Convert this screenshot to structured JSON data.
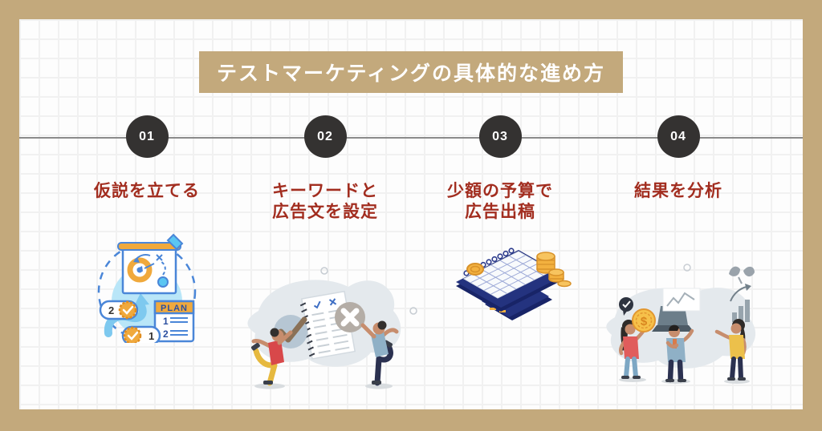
{
  "title": {
    "text": "テストマーケティングの具体的な進め方"
  },
  "colors": {
    "frame_border": "#c3a97c",
    "banner_bg": "#c3a97c",
    "step_circle": "#343231",
    "step_label": "#a22d1f",
    "timeline_line": "#8b8b8b",
    "grid_line": "#f1f1f1",
    "illustration_blue": "#4a86d8",
    "illustration_orange": "#f0a93c",
    "illustration_navy": "#24337f",
    "blob_gray": "#e4e9ed"
  },
  "steps": [
    {
      "number": "01",
      "lines": [
        "仮説を立てる"
      ],
      "illustration": "hypothesis-plan"
    },
    {
      "number": "02",
      "lines": [
        "キーワードと",
        "広告文を設定"
      ],
      "illustration": "keywords-and-ad-copy"
    },
    {
      "number": "03",
      "lines": [
        "少額の予算で",
        "広告出稿"
      ],
      "illustration": "small-budget-ad-placement"
    },
    {
      "number": "04",
      "lines": [
        "結果を分析"
      ],
      "illustration": "analyze-results"
    }
  ],
  "illustration_texts": {
    "plan_label": "PLAN",
    "plan_item_1": "1",
    "plan_item_2": "2",
    "badge_1": "1",
    "badge_2": "2",
    "dollar_sign": "$"
  }
}
